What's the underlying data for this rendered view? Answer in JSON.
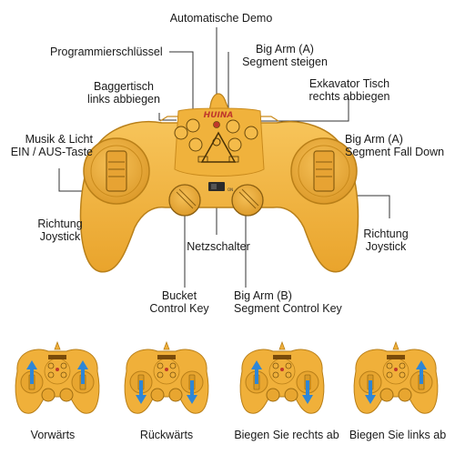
{
  "labels": {
    "demo": "Automatische Demo",
    "key": "Programmierschlüssel",
    "arm_up_1": "Big Arm (A)",
    "arm_up_2": "Segment steigen",
    "left_turn_1": "Baggertisch",
    "left_turn_2": "links abbiegen",
    "right_turn_1": "Exkavator Tisch",
    "right_turn_2": "rechts abbiegen",
    "music_1": "Musik & Licht",
    "music_2": "EIN / AUS-Taste",
    "arm_down_1": "Big Arm (A)",
    "arm_down_2": "Segment Fall Down",
    "left_joy_1": "Richtung",
    "left_joy_2": "Joystick",
    "right_joy_1": "Richtung",
    "right_joy_2": "Joystick",
    "power": "Netzschalter",
    "bucket_1": "Bucket",
    "bucket_2": "Control Key",
    "armb_1": "Big Arm (B)",
    "armb_2": "Segment Control Key"
  },
  "brand": "HUINA",
  "captions": [
    "Vorwärts",
    "Rückwärts",
    "Biegen Sie rechts ab",
    "Biegen Sie links ab"
  ],
  "colors": {
    "body": "#f2b33d",
    "body_dark": "#c98a1c",
    "arrow": "#2e86d6",
    "line": "#333333"
  },
  "icons": [
    "power-switch-icon",
    "arrow-up-icon",
    "arrow-down-icon"
  ]
}
